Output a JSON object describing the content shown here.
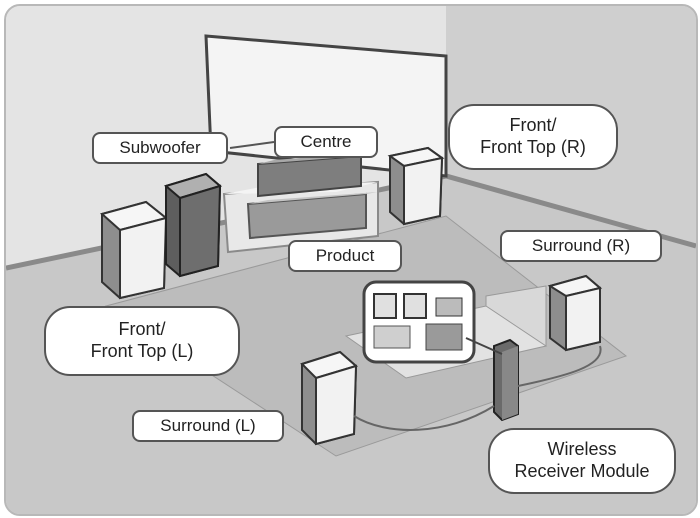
{
  "labels": {
    "subwoofer": "Subwoofer",
    "centre": "Centre",
    "front_top_r": [
      "Front/",
      "Front Top (R)"
    ],
    "product": "Product",
    "surround_r": "Surround (R)",
    "front_top_l": [
      "Front/",
      "Front Top (L)"
    ],
    "surround_l": "Surround (L)",
    "wireless_receiver": [
      "Wireless",
      "Receiver Module"
    ]
  },
  "colors": {
    "background_wall": "#dcdcdc",
    "floor": "#c8c8c8",
    "carpet": "#bdbdbd",
    "speaker_front": "#f2f2f2",
    "speaker_side": "#8e8e8e",
    "subwoofer_front": "#6e6e6e",
    "label_border": "#555555"
  },
  "icons": [
    "tv-screen-icon",
    "soundbar-icon",
    "speaker-icon",
    "subwoofer-icon",
    "wireless-module-icon",
    "connector-inset-icon"
  ]
}
